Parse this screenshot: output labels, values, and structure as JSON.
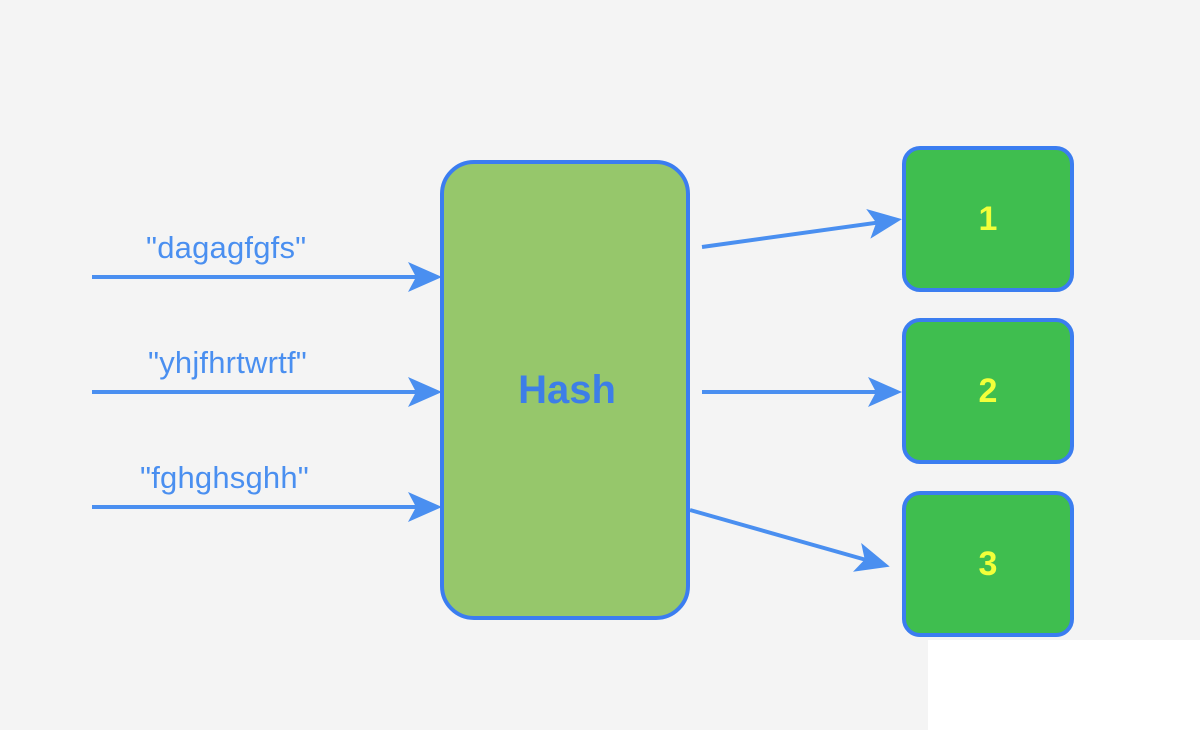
{
  "inputs": [
    "\"dagagfgfs\"",
    "\"yhjfhrtwrtf\"",
    "\"fghghsghh\""
  ],
  "hash": {
    "label": "Hash"
  },
  "buckets": [
    "1",
    "2",
    "3"
  ],
  "colors": {
    "background": "#f4f4f4",
    "arrow": "#4a8ff0",
    "border": "#3b7df0",
    "hash_fill": "#96c76b",
    "hash_text": "#3d7ee8",
    "bucket_fill": "#3fbe4f",
    "bucket_text": "#f2ff3a"
  }
}
